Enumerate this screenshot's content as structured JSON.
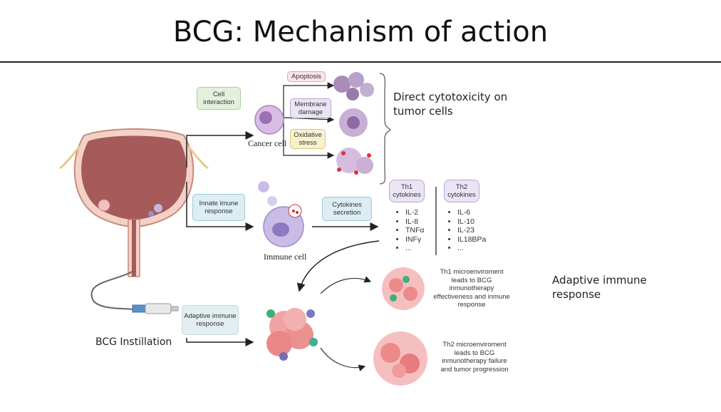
{
  "title": "BCG: Mechanism of action",
  "boxes": {
    "cell_interaction": "Cell interaction",
    "apoptosis": "Apoptosis",
    "membrane_damage": "Membrane damage",
    "oxidative_stress": "Oxidative stress",
    "innate_immune": "Innate imune response",
    "cytokines_secretion": "Cytokines secretion",
    "th1_cytokines": "Th1 cytokines",
    "th2_cytokines": "Th2 cytokines",
    "adaptive_immune": "Adaptive immune response"
  },
  "labels": {
    "cancer_cell": "Cancer cell",
    "immune_cell": "Immune cell",
    "bcg_instillation": "BCG Instillation",
    "direct_cytotoxicity": "Direct cytotoxicity on tumor cells",
    "adaptive_response": "Adaptive immune response",
    "th1_note": "Th1 microenviroment leads to BCG inmunotherapy effectiveness and inmune response",
    "th2_note": "Th2 microenviroment leads to BCG inmunotherapy failure and tumor progression"
  },
  "th1_list": [
    "IL-2",
    "IL-8",
    "TNFα",
    "INFγ",
    "..."
  ],
  "th2_list": [
    "IL-6",
    "IL-10",
    "IL-23",
    "IL18BPa",
    "..."
  ],
  "colors": {
    "green_box": "#e3f1dc",
    "pink_box": "#fbe3e9",
    "purple_box": "#ebe4f3",
    "yellow_box": "#f8f1cf",
    "blue_box": "#dcedf4",
    "bladder": "#a65a5a",
    "cell_purple": "#b9a6d6",
    "tumor_red": "#e77c7c"
  }
}
